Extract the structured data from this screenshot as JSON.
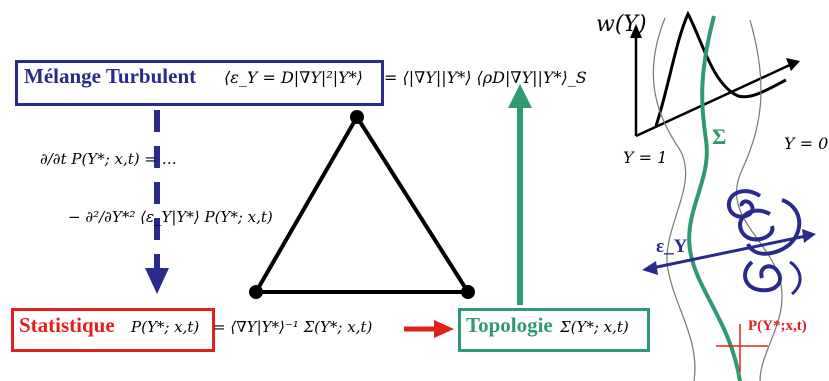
{
  "colors": {
    "blue": "#2a2a8c",
    "red": "#e0201b",
    "green": "#2f9a6e",
    "black": "#000000",
    "gray": "#555555"
  },
  "top_box": {
    "title": "Mélange Turbulent",
    "equation": "⟨ε_Y = D|∇Y|²|Y*⟩",
    "continuation": "= ⟨|∇Y||Y*⟩ ⟨ρD|∇Y||Y*⟩_S"
  },
  "left_equation": {
    "line1": "∂/∂t  P(Y*; x,t) = …",
    "line2": "− ∂²/∂Y*²  ⟨ε_Y|Y*⟩  P(Y*; x,t)"
  },
  "bottom_left_box": {
    "title": "Statistique",
    "equation": "P(Y*; x,t)"
  },
  "bottom_middle_equation": "= ⟨∇Y|Y*⟩⁻¹ Σ(Y*; x,t)",
  "bottom_right_box": {
    "title": "Topologie",
    "equation": "Σ(Y*; x,t)"
  },
  "right_panel": {
    "pdf_label": "w(Y)",
    "sigma_label": "Σ",
    "y1_label": "Y = 1",
    "y0_label": "Y = 0",
    "epsilon_label": "ε_Y",
    "p_label": "P(Y*;x,t)"
  }
}
